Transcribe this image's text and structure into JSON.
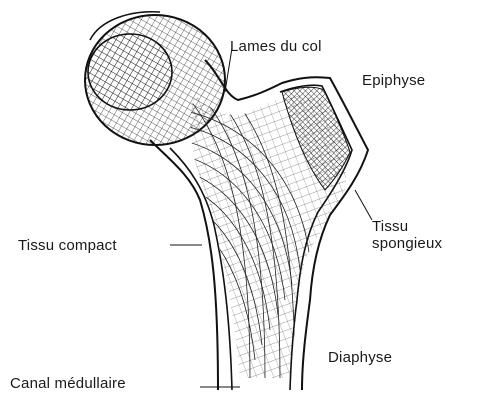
{
  "labels": {
    "lames_du_col": "Lames du col",
    "epiphyse": "Epiphyse",
    "tissu_spongieux_line1": "Tissu",
    "tissu_spongieux_line2": "spongieux",
    "tissu_compact": "Tissu compact",
    "diaphyse": "Diaphyse",
    "canal_medullaire": "Canal médullaire"
  },
  "colors": {
    "ink": "#1a1a1a",
    "background": "#ffffff"
  }
}
